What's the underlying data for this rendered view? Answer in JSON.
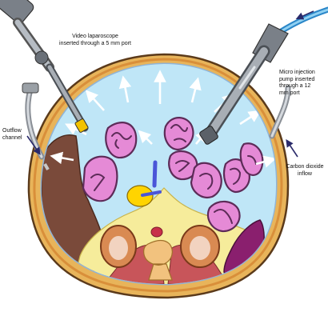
{
  "labels": {
    "video_laparoscope": "Video laparoscope\ninserted through a 5 mm port",
    "micro_injection": "Micro injection\npump inserted\nthrough a 12\nmm port",
    "outflow": "Outflow\nchannel",
    "co2": "Carbon dioxide\ninflow"
  },
  "colors": {
    "cavity": "#bfe6f7",
    "wall_outer": "#e8b45a",
    "wall_inner": "#c8dff0",
    "liver": "#7a4a3a",
    "bowel": "#e58ad6",
    "bowel_dark": "#5d2b58",
    "spleen": "#8a1f6e",
    "fat": "#f6ec9b",
    "kidney": "#d98a52",
    "aorta": "#ffd400",
    "vein": "#4a55d8",
    "muscle": "#c8555a",
    "spine": "#f2c27e"
  },
  "icons": [
    "laparoscope-icon",
    "injection-pump-icon",
    "arrow-icon"
  ]
}
